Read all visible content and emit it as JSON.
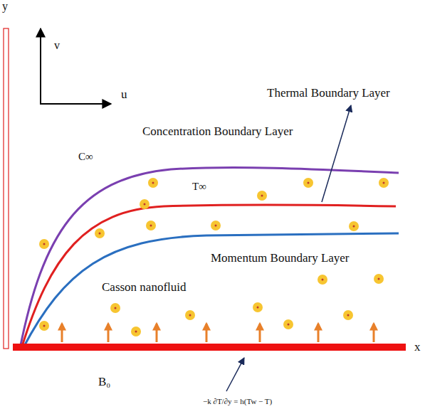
{
  "diagram": {
    "labels": [
      "y",
      "v",
      "u",
      "Thermal Boundary Layer",
      "Concentration Boundary Layer",
      "C∞",
      "T∞",
      "Momentum Boundary Layer",
      "Casson nanofluid",
      "x",
      "B₀",
      "−k ∂T/∂y = h(Tw − T)"
    ]
  }
}
